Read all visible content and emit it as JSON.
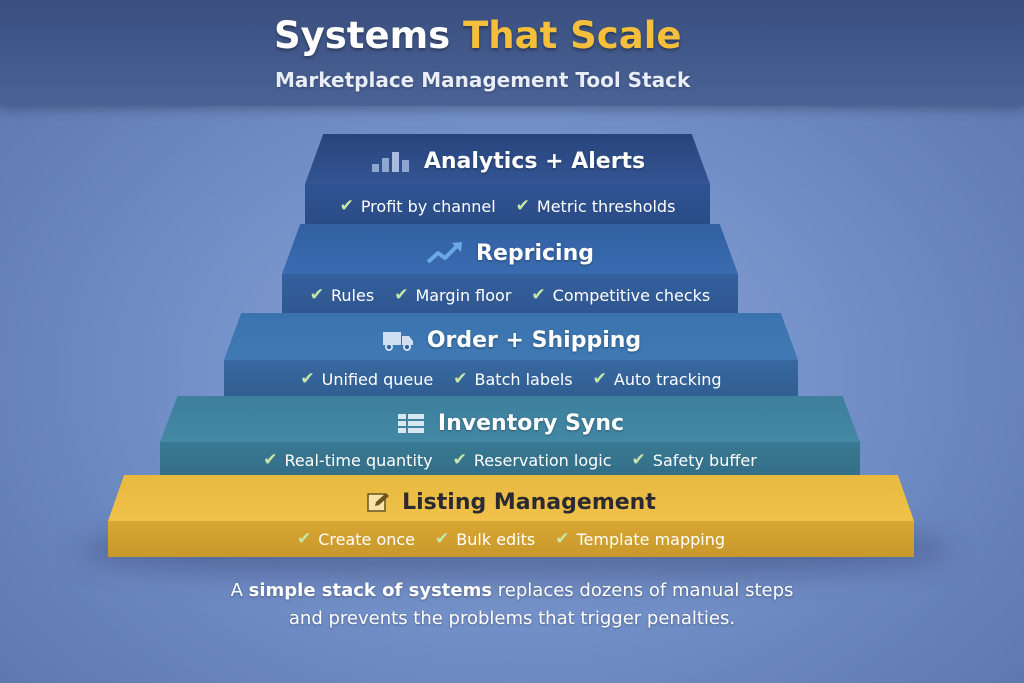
{
  "header": {
    "title_main": "Systems",
    "title_accent": "That Scale",
    "subtitle": "Marketplace Management Tool Stack"
  },
  "colors": {
    "accent": "#f5bf3b",
    "tier1": "#2f4f8e",
    "tier2": "#3764a3",
    "tier3": "#3a6fa6",
    "tier4": "#3b7f98",
    "tier5": "#e3b23c",
    "check": "#c8e6a6"
  },
  "tiers": [
    {
      "title": "Analytics + Alerts",
      "icon": "bar-chart-icon",
      "items": [
        "Profit by channel",
        "Metric thresholds"
      ]
    },
    {
      "title": "Repricing",
      "icon": "trend-up-icon",
      "items": [
        "Rules",
        "Margin floor",
        "Competitive checks"
      ]
    },
    {
      "title": "Order + Shipping",
      "icon": "truck-icon",
      "items": [
        "Unified queue",
        "Batch labels",
        "Auto tracking"
      ]
    },
    {
      "title": "Inventory Sync",
      "icon": "list-icon",
      "items": [
        "Real-time quantity",
        "Reservation logic",
        "Safety buffer"
      ]
    },
    {
      "title": "Listing Management",
      "icon": "edit-icon",
      "items": [
        "Create once",
        "Bulk edits",
        "Template mapping"
      ]
    }
  ],
  "caption": {
    "line1_prefix": "A ",
    "line1_bold": "simple stack of systems",
    "line1_suffix": " replaces dozens of manual steps",
    "line2": "and prevents the problems that trigger penalties."
  }
}
